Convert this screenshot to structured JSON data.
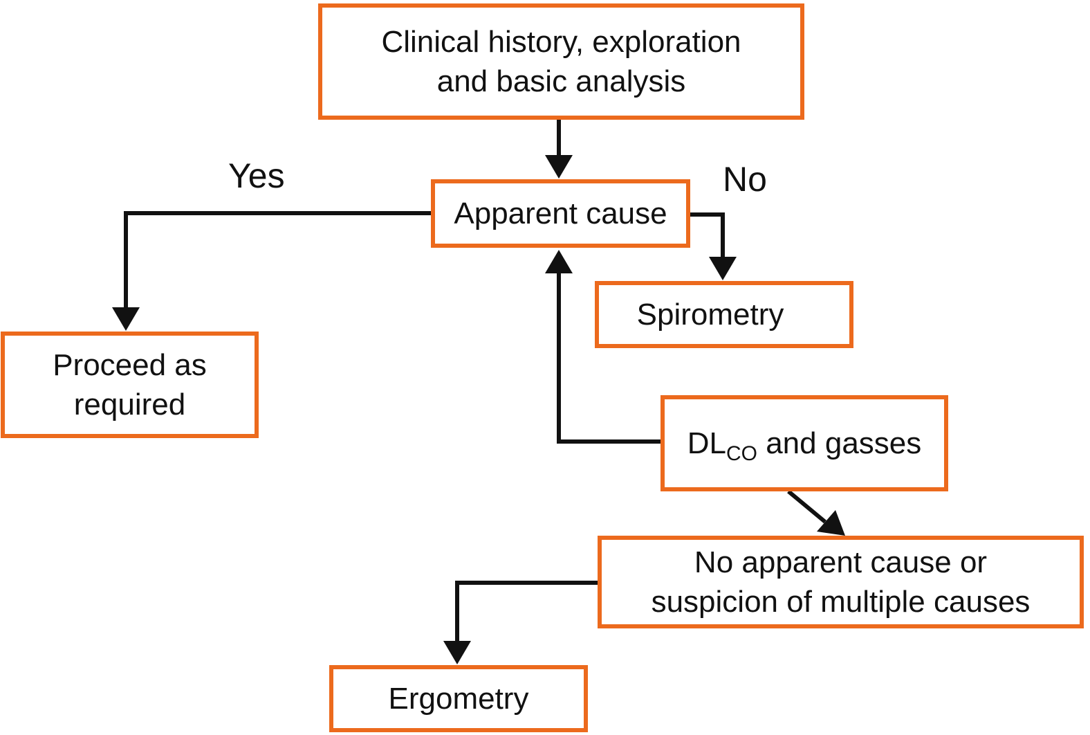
{
  "diagram": {
    "accent_color": "#ec6a1d",
    "line_color": "#111111",
    "boxes": {
      "clinical": {
        "line1": "Clinical history, exploration",
        "line2": "and basic analysis"
      },
      "apparent_cause": {
        "label": "Apparent cause"
      },
      "spirometry": {
        "label": "Spirometry"
      },
      "proceed": {
        "line1": "Proceed as",
        "line2": "required"
      },
      "dlco": {
        "main": "DL",
        "sub": "CO",
        "rest": " and gasses"
      },
      "no_apparent": {
        "line1": "No apparent cause or",
        "line2": "suspicion of multiple causes"
      },
      "ergometry": {
        "label": "Ergometry"
      }
    },
    "branch_labels": {
      "yes": "Yes",
      "no": "No"
    }
  }
}
